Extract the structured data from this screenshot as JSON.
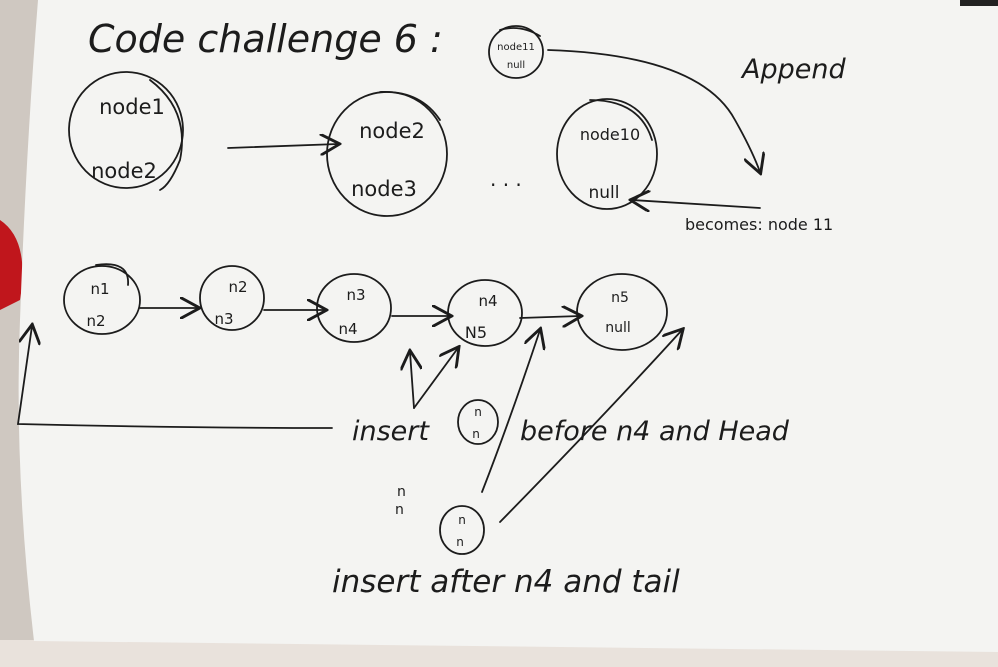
{
  "title": "Code challenge 6 :",
  "append_label": "Append",
  "becomes_label": "becomes: node 11",
  "ellipsis": ". . .",
  "top_nodes": {
    "a": [
      "node1",
      "node2"
    ],
    "b": [
      "node2",
      "node3"
    ],
    "c": [
      "node10",
      "null"
    ],
    "new": [
      "node11",
      "null"
    ]
  },
  "row_nodes": [
    [
      "n1",
      "n2"
    ],
    [
      "n2",
      "n3"
    ],
    [
      "n3",
      "n4"
    ],
    [
      "n4",
      "N5"
    ],
    [
      "n5",
      "null"
    ]
  ],
  "insert_before_words": [
    "insert",
    "before n4 and Head"
  ],
  "insert_before_node": [
    "n",
    "n"
  ],
  "insert_after_label": "insert after n4 and tail",
  "insert_after_node": [
    "n",
    "n"
  ],
  "stray_mark": [
    "n",
    "n"
  ],
  "colors": {
    "paper": "#f4f4f2",
    "ink": "#1c1c1c",
    "desk": "#5a3a2c",
    "left_edge": "#c9c3bd",
    "red_object": "#c0161c"
  }
}
